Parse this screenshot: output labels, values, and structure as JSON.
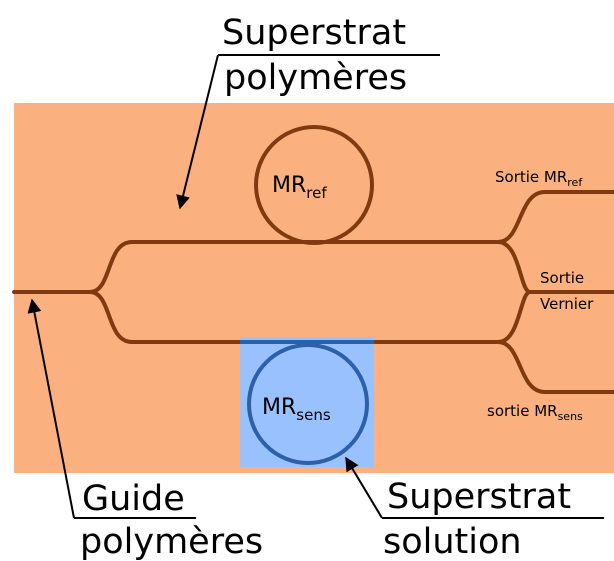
{
  "labels": {
    "superstrat_polymeres_line1": "Superstrat",
    "superstrat_polymeres_line2": "polymères",
    "guide_polymeres_line1": "Guide",
    "guide_polymeres_line2": "polymères",
    "superstrat_solution_line1": "Superstrat",
    "superstrat_solution_line2": "solution",
    "mr_ref_main": "MR",
    "mr_ref_sub": "ref",
    "mr_sens_main": "MR",
    "mr_sens_sub": "sens",
    "sortie_ref_main": "Sortie MR",
    "sortie_ref_sub": "ref",
    "sortie_vernier_line1": "Sortie",
    "sortie_vernier_line2": "Vernier",
    "sortie_sens_main": "sortie MR",
    "sortie_sens_sub": "sens"
  },
  "colors": {
    "polymer_superstrate": "#fbb17f",
    "solution_window": "#99c1fe",
    "waveguide": "#813a0f",
    "ring_sens": "#2c60a8",
    "arrow": "#000000"
  }
}
